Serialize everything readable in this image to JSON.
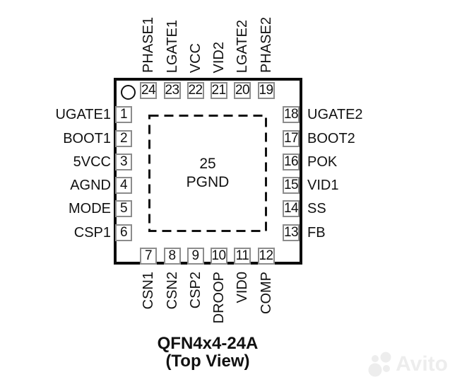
{
  "figure": {
    "caption_line1": "QFN4x4-24A",
    "caption_line2": "(Top View)",
    "center_pad": {
      "number": "25",
      "label": "PGND"
    },
    "pins": {
      "top": [
        {
          "num": "24",
          "label": "PHASE1"
        },
        {
          "num": "23",
          "label": "LGATE1"
        },
        {
          "num": "22",
          "label": "VCC"
        },
        {
          "num": "21",
          "label": "VID2"
        },
        {
          "num": "20",
          "label": "LGATE2"
        },
        {
          "num": "19",
          "label": "PHASE2"
        }
      ],
      "bottom": [
        {
          "num": "7",
          "label": "CSN1"
        },
        {
          "num": "8",
          "label": "CSN2"
        },
        {
          "num": "9",
          "label": "CSP2"
        },
        {
          "num": "10",
          "label": "DROOP"
        },
        {
          "num": "11",
          "label": "VID0"
        },
        {
          "num": "12",
          "label": "COMP"
        }
      ],
      "left": [
        {
          "num": "1",
          "label": "UGATE1"
        },
        {
          "num": "2",
          "label": "BOOT1"
        },
        {
          "num": "3",
          "label": "5VCC"
        },
        {
          "num": "4",
          "label": "AGND"
        },
        {
          "num": "5",
          "label": "MODE"
        },
        {
          "num": "6",
          "label": "CSP1"
        }
      ],
      "right": [
        {
          "num": "18",
          "label": "UGATE2"
        },
        {
          "num": "17",
          "label": "BOOT2"
        },
        {
          "num": "16",
          "label": "POK"
        },
        {
          "num": "15",
          "label": "VID1"
        },
        {
          "num": "14",
          "label": "SS"
        },
        {
          "num": "13",
          "label": "FB"
        }
      ]
    }
  },
  "watermark": {
    "text": "Avito"
  },
  "colors": {
    "ink": "#111111",
    "pin_box_border": "#8c8c8c",
    "watermark": "#ededed",
    "background": "#ffffff"
  }
}
